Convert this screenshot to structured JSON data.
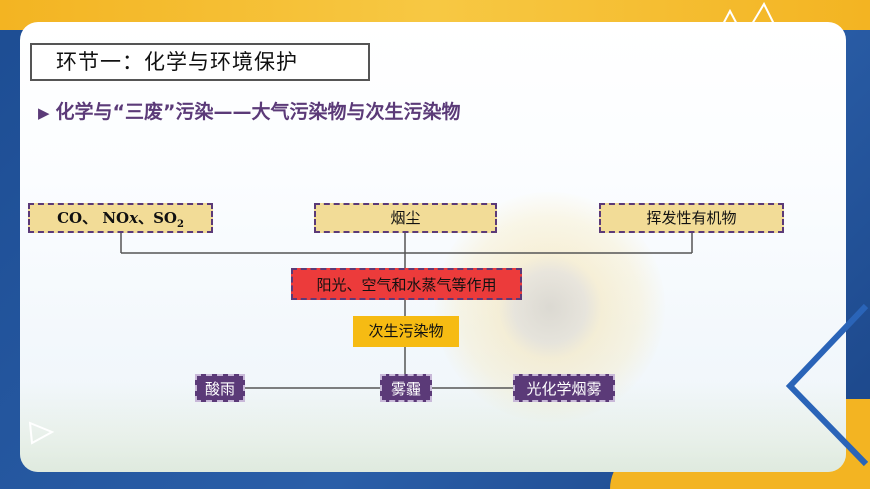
{
  "slide": {
    "title": "环节一：化学与环境保护",
    "subtitle": "化学与“三废”污染——大气污染物与次生污染物",
    "subtitle_icon": "triangle-bullet-icon"
  },
  "diagram": {
    "sources": {
      "gases": {
        "co": "CO、",
        "nox_prefix": "NO",
        "nox_x": "x",
        "sep": "、",
        "so2_prefix": "SO",
        "so2_sub": "2"
      },
      "dust": "烟尘",
      "voc": "挥发性有机物"
    },
    "process": "阳光、空气和水蒸气等作用",
    "product": "次生污染物",
    "outcomes": [
      "酸雨",
      "雾霾",
      "光化学烟雾"
    ]
  },
  "colors": {
    "source_fill": "#f2dc97",
    "border_purple": "#5b3a78",
    "process_fill": "#ec3b3b",
    "product_fill": "#f6bb13",
    "outcome_fill": "#5b3a78",
    "frame_blue": "#1f4e8f",
    "frame_yellow": "#f3b422"
  }
}
